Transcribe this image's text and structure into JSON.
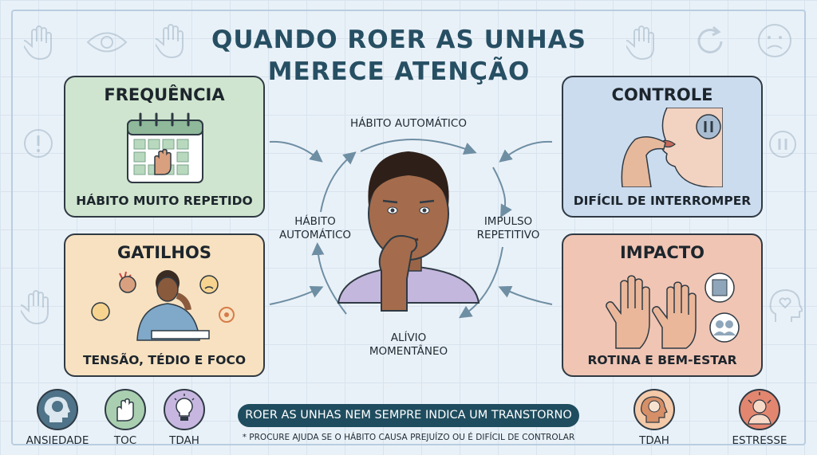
{
  "title": {
    "line1": "QUANDO ROER AS UNHAS",
    "line2": "MERECE ATENÇÃO"
  },
  "cards": {
    "frequencia": {
      "title": "FREQUÊNCIA",
      "caption": "HÁBITO MUITO REPETIDO",
      "color": "#cfe5cf"
    },
    "gatilhos": {
      "title": "GATILHOS",
      "caption": "TENSÃO, TÉDIO E FOCO",
      "color": "#f7e1c0"
    },
    "controle": {
      "title": "CONTROLE",
      "caption": "DIFÍCIL DE INTERROMPER",
      "color": "#cbdcef"
    },
    "impacto": {
      "title": "IMPACTO",
      "caption": "ROTINA E BEM-ESTAR",
      "color": "#f0c5b4"
    }
  },
  "cycle": {
    "top": "HÁBITO AUTOMÁTICO",
    "left_line1": "HÁBITO",
    "left_line2": "AUTOMÁTICO",
    "right_line1": "IMPULSO",
    "right_line2": "REPETITIVO",
    "bottom_line1": "ALÍVIO",
    "bottom_line2": "MOMENTÂNEO"
  },
  "banner": "ROER AS UNHAS NEM SEMPRE INDICA UM TRANSTORNO",
  "note": "* PROCURE AJUDA SE O HÁBITO CAUSA PREJUÍZO OU É DIFÍCIL DE CONTROLAR",
  "badges": [
    {
      "label": "ANSIEDADE",
      "icon": "head-brain-icon",
      "color": "#4f7388"
    },
    {
      "label": "TOC",
      "icon": "hand-icon",
      "color": "#a9cfb0"
    },
    {
      "label": "TDAH",
      "icon": "lightbulb-icon",
      "color": "#c7b7e0"
    },
    {
      "label": "TDAH",
      "icon": "head-brain-icon",
      "color": "#f4c9a8"
    },
    {
      "label": "ESTRESSE",
      "icon": "stressed-person-icon",
      "color": "#e3866f"
    }
  ],
  "colors": {
    "title": "#274f63",
    "banner": "#1f4d5f",
    "background": "#e9f1f8"
  }
}
